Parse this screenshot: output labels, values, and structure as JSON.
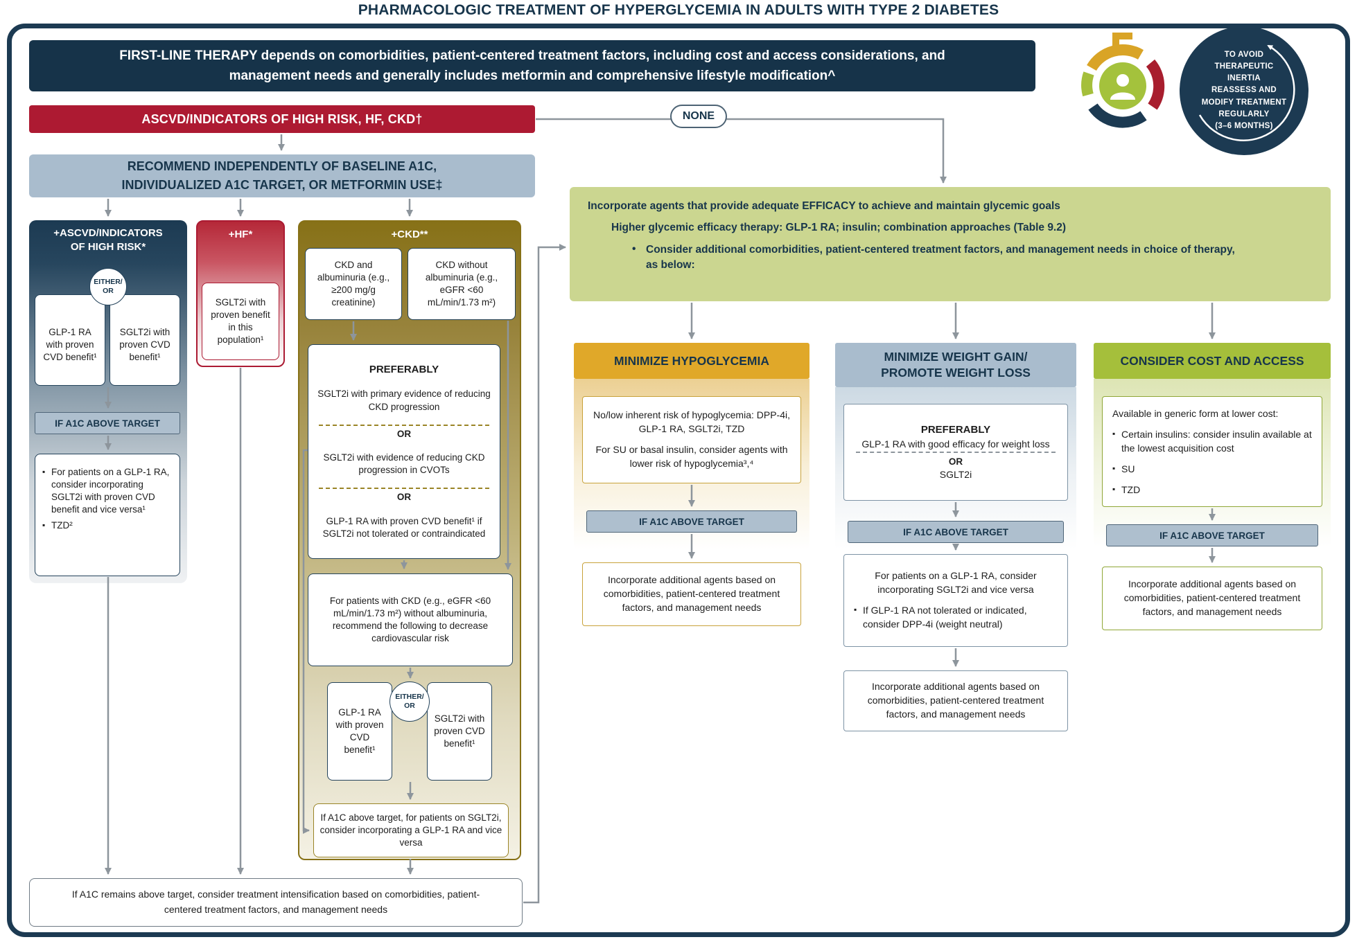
{
  "title": "PHARMACOLOGIC TREATMENT OF HYPERGLYCEMIA IN ADULTS WITH TYPE 2 DIABETES",
  "top_banner": "FIRST-LINE THERAPY depends on comorbidities, patient-centered treatment factors, including cost and access considerations, and\nmanagement needs and generally includes metformin and comprehensive lifestyle modification^",
  "inertia_circle": "TO AVOID\nTHERAPEUTIC\nINERTIA\nREASSESS AND\nMODIFY TREATMENT\nREGULARLY\n(3–6 MONTHS)",
  "none_label": "NONE",
  "colors": {
    "navy": "#1c3a52",
    "red": "#ad1a32",
    "blue_gray": "#a9bccd",
    "olive": "#877117",
    "efficacy_green": "#cbd690",
    "gold": "#e0a829",
    "cost_green": "#a5bf3b",
    "arrow_gray": "#8d959c"
  },
  "left_path": {
    "banner": "ASCVD/INDICATORS OF HIGH RISK, HF, CKD†",
    "recommend": "RECOMMEND INDEPENDENTLY OF BASELINE A1C,\nINDIVIDUALIZED A1C TARGET, OR METFORMIN USE‡",
    "ascvd": {
      "header": "+ASCVD/INDICATORS\nOF HIGH RISK*",
      "either_or": "EITHER/\nOR",
      "option1": "GLP-1 RA with proven CVD benefit¹",
      "option2": "SGLT2i with proven CVD benefit¹",
      "if_a1c": "IF A1C ABOVE TARGET",
      "bullet1": "For patients on a GLP-1 RA, consider incorporating SGLT2i with proven CVD benefit and vice versa¹",
      "bullet2": "TZD²"
    },
    "hf": {
      "header": "+HF*",
      "option": "SGLT2i with proven benefit in this population¹"
    },
    "ckd": {
      "header": "+CKD**",
      "albuminuria_box": "CKD and albuminuria (e.g., ≥200 mg/g creatinine)",
      "no_albuminuria_box": "CKD without albuminuria (e.g., eGFR <60 mL/min/1.73 m²)",
      "preferably": "PREFERABLY",
      "pref1": "SGLT2i with primary evidence of reducing CKD progression",
      "or": "OR",
      "pref2": "SGLT2i with evidence of reducing CKD progression in CVOTs",
      "pref3": "GLP-1 RA with proven CVD benefit¹ if SGLT2i not tolerated or contraindicated",
      "no_albuminuria_action": "For patients with CKD (e.g., eGFR <60 mL/min/1.73 m²) without albuminuria, recommend the following to decrease cardiovascular risk",
      "either_or": "EITHER/\nOR",
      "option1": "GLP-1 RA with proven CVD benefit¹",
      "option2": "SGLT2i with proven CVD benefit¹",
      "if_a1c_note": "If A1C above target, for patients on SGLT2i, consider incorporating a GLP-1 RA and vice versa"
    },
    "bottom_note": "If A1C remains above target, consider treatment intensification based on comorbidities, patient-centered treatment factors, and management needs"
  },
  "right_path": {
    "efficacy_line1": "Incorporate agents that provide adequate EFFICACY to achieve and maintain glycemic goals",
    "efficacy_line2": "Higher glycemic efficacy therapy: GLP-1 RA; insulin; combination approaches (Table 9.2)",
    "efficacy_bullet": "Consider additional comorbidities, patient-centered treatment factors, and management needs in choice of therapy, as below:",
    "hypoglycemia": {
      "header": "MINIMIZE HYPOGLYCEMIA",
      "body1": "No/low inherent risk of hypoglycemia: DPP-4i, GLP-1 RA, SGLT2i, TZD",
      "body2": "For SU or basal insulin, consider agents with lower risk of hypoglycemia³,⁴",
      "if_a1c": "IF A1C ABOVE TARGET",
      "footer": "Incorporate additional agents based on comorbidities, patient-centered treatment factors, and management needs"
    },
    "weight": {
      "header": "MINIMIZE WEIGHT GAIN/\nPROMOTE WEIGHT LOSS",
      "preferably": "PREFERABLY",
      "option1": "GLP-1 RA with good efficacy for weight loss",
      "or": "OR",
      "option2": "SGLT2i",
      "if_a1c": "IF A1C ABOVE TARGET",
      "consider1": "For patients on a GLP-1 RA, consider incorporating SGLT2i and vice versa",
      "consider2": "If GLP-1 RA not tolerated or indicated, consider DPP-4i (weight neutral)",
      "footer": "Incorporate additional agents based on comorbidities, patient-centered treatment factors, and management needs"
    },
    "cost": {
      "header": "CONSIDER COST AND ACCESS",
      "intro": "Available in generic form at lower cost:",
      "bullet1": "Certain insulins: consider insulin available at the lowest acquisition cost",
      "bullet2": "SU",
      "bullet3": "TZD",
      "if_a1c": "IF A1C ABOVE TARGET",
      "footer": "Incorporate additional agents based on comorbidities, patient-centered treatment factors, and management needs"
    }
  }
}
